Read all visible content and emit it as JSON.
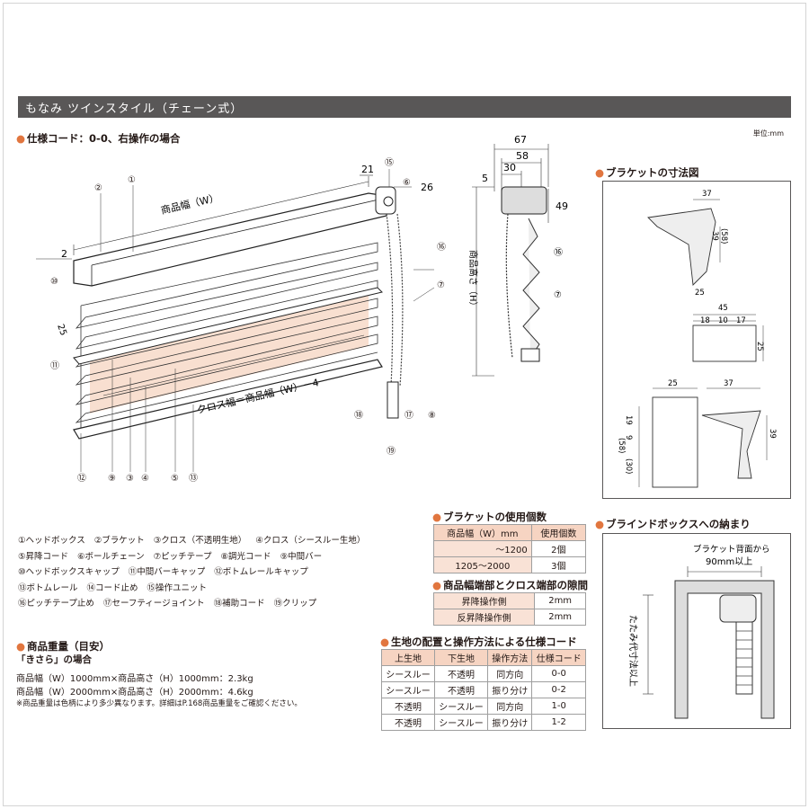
{
  "header": {
    "title": "もなみ ツインスタイル（チェーン式）"
  },
  "unit_note": "単位:mm",
  "main_diagram": {
    "heading": "仕様コード：0-0、右操作の場合",
    "product_width": "商品幅（W）",
    "cloth_width": "クロス幅＝商品幅（W）－4",
    "dims": {
      "d21": "21",
      "d26": "26",
      "d2": "2",
      "d25": "25"
    },
    "callouts": {
      "c1": "①",
      "c2": "②",
      "c3": "③",
      "c4": "④",
      "c5": "⑤",
      "c6": "⑥",
      "c7": "⑦",
      "c8": "⑧",
      "c9": "⑨",
      "c10": "⑩",
      "c11": "⑪",
      "c12": "⑫",
      "c13": "⑬",
      "c15": "⑮",
      "c16": "⑯",
      "c17": "⑰",
      "c18": "⑱",
      "c19": "⑲"
    }
  },
  "side_diagram": {
    "d67": "67",
    "d58": "58",
    "d30": "30",
    "d5": "5",
    "d49": "49",
    "height_label": "商品高さ（H）",
    "c15": "⑮",
    "c16": "⑯",
    "c7": "⑦"
  },
  "parts_legend": [
    [
      "①ヘッドボックス",
      "②ブラケット",
      "③クロス（不透明生地）",
      "④クロス（シースルー生地）"
    ],
    [
      "⑤昇降コード",
      "⑥ボールチェーン",
      "⑦ピッチテープ",
      "⑧調光コード",
      "⑨中間バー"
    ],
    [
      "⑩ヘッドボックスキャップ",
      "⑪中間バーキャップ",
      "⑫ボトムレールキャップ"
    ],
    [
      "⑬ボトムレール",
      "⑭コード止め",
      "⑮操作ユニット"
    ],
    [
      "⑯ピッチテープ止め",
      "⑰セーフティージョイント",
      "⑱補助コード",
      "⑲クリップ"
    ]
  ],
  "weight": {
    "heading": "商品重量（目安）",
    "subheading": "「きさら」の場合",
    "lines": [
      "商品幅（W）1000mm×商品高さ（H）1000mm：2.3kg",
      "商品幅（W）2000mm×商品高さ（H）2000mm：4.6kg",
      "※商品重量は色柄により多少異なります。詳細はP.168商品重量をご確認ください。"
    ]
  },
  "bracket_count": {
    "heading": "ブラケットの使用個数",
    "headers": [
      "商品幅（W）mm",
      "使用個数"
    ],
    "rows": [
      [
        "～1200",
        "2個"
      ],
      [
        "1205～2000",
        "3個"
      ]
    ]
  },
  "gap": {
    "heading": "商品幅端部とクロス端部の隙間",
    "rows": [
      [
        "昇降操作側",
        "2mm"
      ],
      [
        "反昇降操作側",
        "2mm"
      ]
    ]
  },
  "spec_code": {
    "heading": "生地の配置と操作方法による仕様コード",
    "headers": [
      "上生地",
      "下生地",
      "操作方法",
      "仕様コード"
    ],
    "rows": [
      [
        "シースルー",
        "不透明",
        "同方向",
        "0-0"
      ],
      [
        "シースルー",
        "不透明",
        "振り分け",
        "0-2"
      ],
      [
        "不透明",
        "シースルー",
        "同方向",
        "1-0"
      ],
      [
        "不透明",
        "シースルー",
        "振り分け",
        "1-2"
      ]
    ]
  },
  "bracket_dims": {
    "heading": "ブラケットの寸法図",
    "top": {
      "d37": "37",
      "d39": "39",
      "d58": "(58)",
      "d25": "25"
    },
    "mid": {
      "d45": "45",
      "d18": "18",
      "d10": "10",
      "d17": "17",
      "d25": "25"
    },
    "bottom": {
      "d25": "25",
      "d19": "19",
      "d9": "9",
      "d58": "(58)",
      "d30": "(30)",
      "d37": "37",
      "d39": "39"
    }
  },
  "box_fit": {
    "heading": "ブラインドボックスへの納まり",
    "label1": "ブラケット背面から",
    "label2": "90mm以上",
    "vertical_label": "たたみ代寸法以上"
  },
  "colors": {
    "title_bg": "#595757",
    "accent": "#e1763f",
    "peach": "#f6d4c2",
    "cloth": "#f8dfd0"
  }
}
